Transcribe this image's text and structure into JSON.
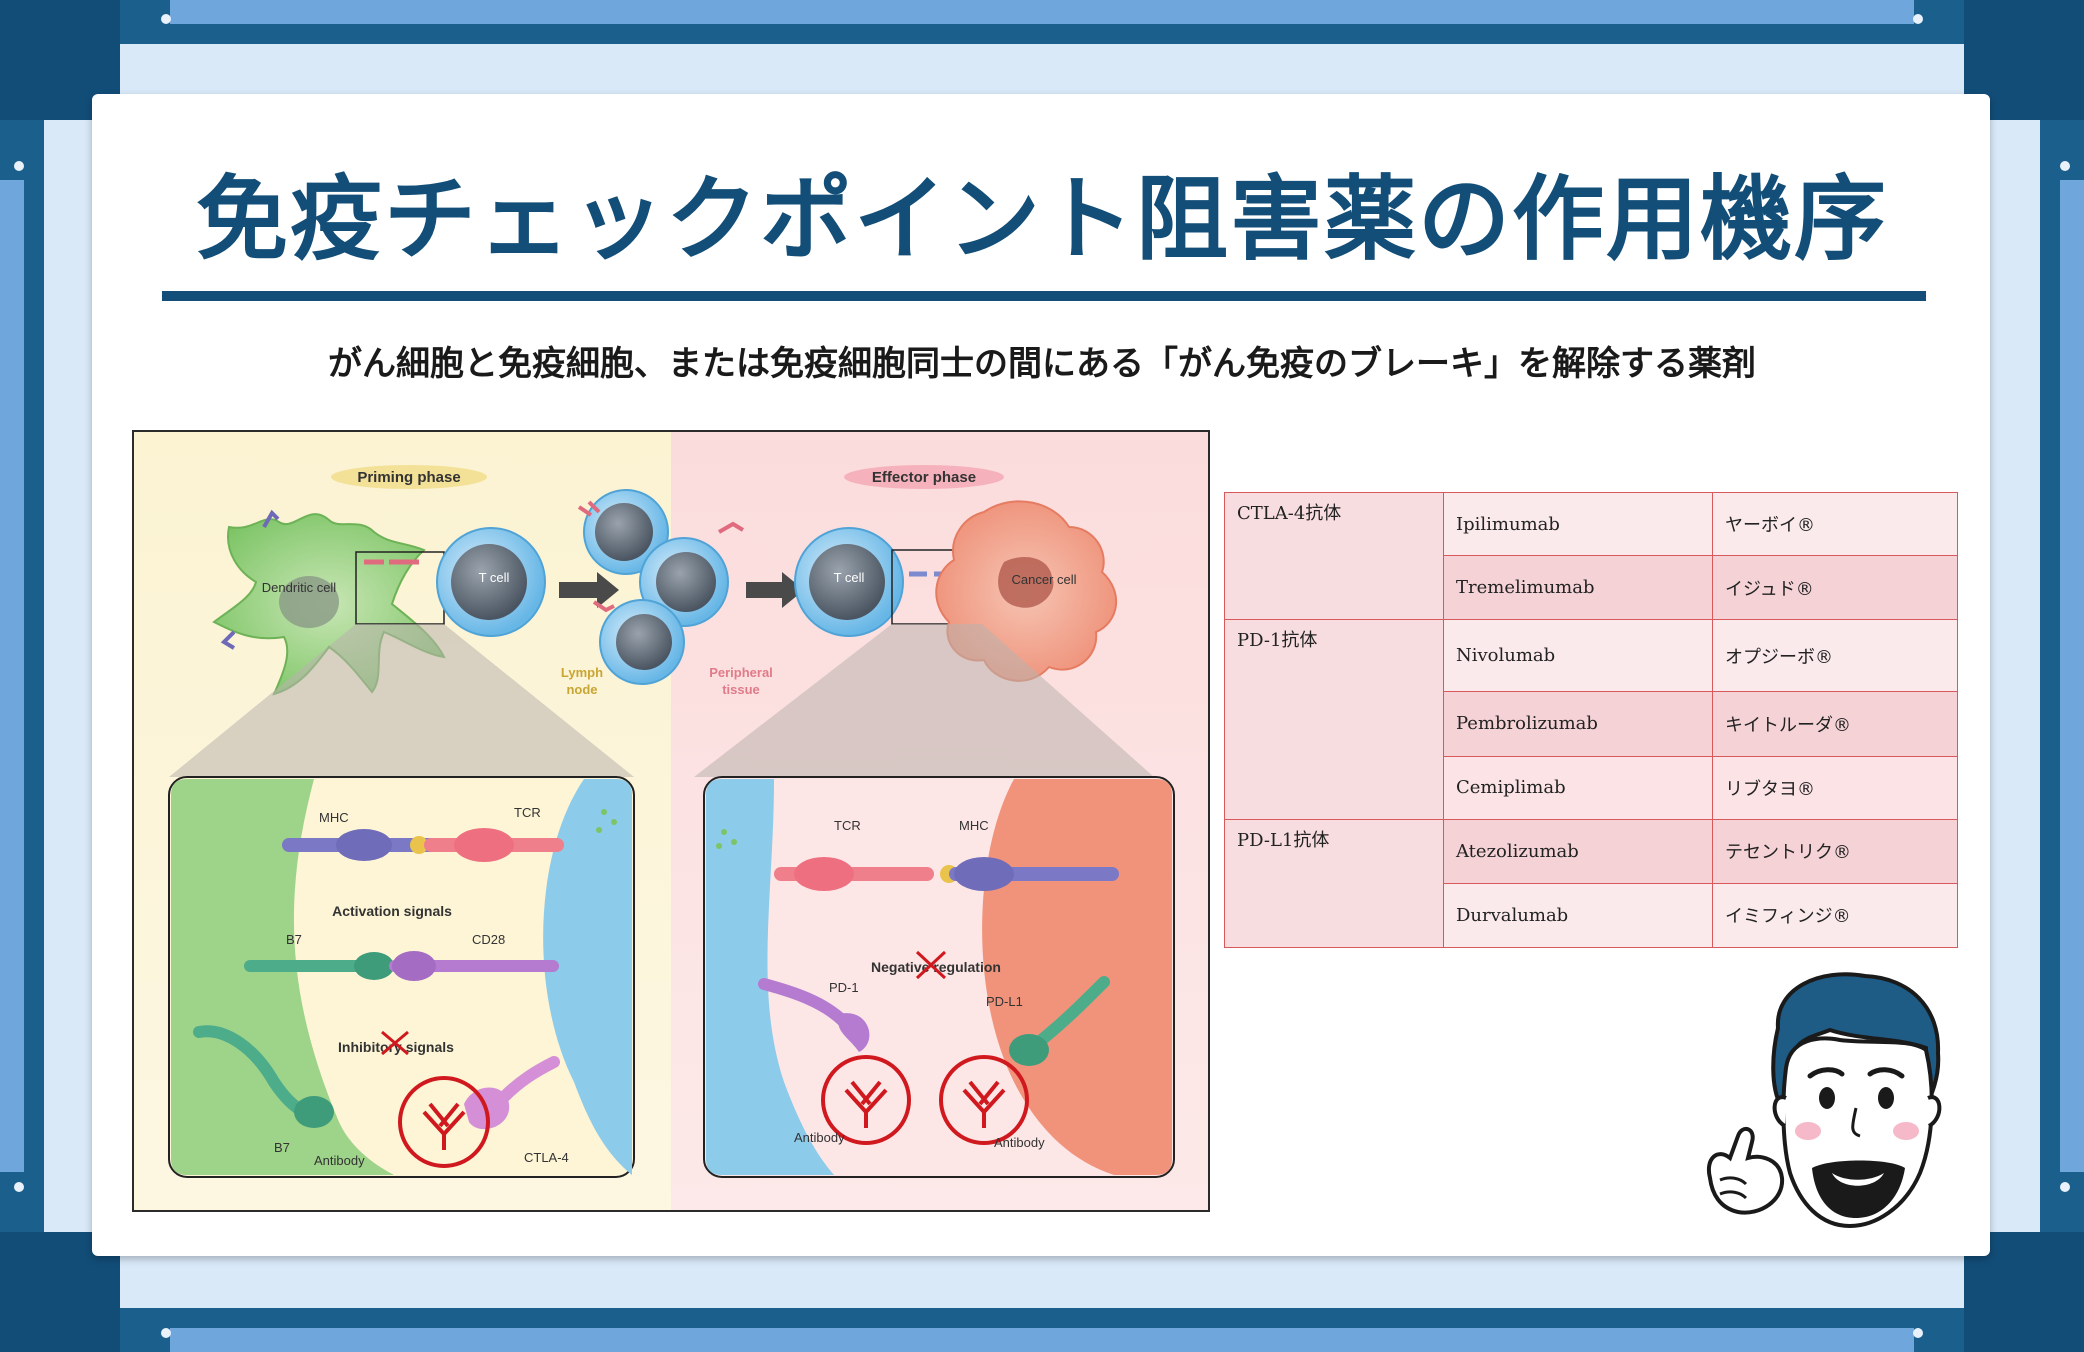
{
  "title": "免疫チェックポイント阻害薬の作用機序",
  "subtitle": "がん細胞と免疫細胞、または免疫細胞同士の間にある「がん免疫のブレーキ」を解除する薬剤",
  "figure": {
    "priming_phase": "Priming phase",
    "effector_phase": "Effector phase",
    "dendritic_cell": "Dendritic cell",
    "t_cell_left": "T cell",
    "t_cell_right": "T cell",
    "cancer_cell": "Cancer cell",
    "lymph": "Lymph",
    "node": "node",
    "peripheral": "Peripheral",
    "tissue": "tissue",
    "left_panel": {
      "mhc": "MHC",
      "tcr": "TCR",
      "activation_signals": "Activation signals",
      "b7_top": "B7",
      "cd28": "CD28",
      "inhibitory_signals": "Inhibitory signals",
      "b7_bottom": "B7",
      "antibody": "Antibody",
      "ctla4": "CTLA-4"
    },
    "right_panel": {
      "tcr": "TCR",
      "mhc": "MHC",
      "negative_regulation": "Negative regulation",
      "pd1": "PD-1",
      "pdl1": "PD-L1",
      "antibody_left": "Antibody",
      "antibody_right": "Antibody"
    }
  },
  "drug_table": {
    "groups": [
      {
        "category": "CTLA-4抗体",
        "drugs": [
          {
            "generic": "Ipilimumab",
            "brand": "ヤーボイ®"
          },
          {
            "generic": "Tremelimumab",
            "brand": "イジュド®"
          }
        ]
      },
      {
        "category": "PD-1抗体",
        "drugs": [
          {
            "generic": "Nivolumab",
            "brand": "オプジーボ®"
          },
          {
            "generic": "Pembrolizumab",
            "brand": "キイトルーダ®"
          },
          {
            "generic": "Cemiplimab",
            "brand": "リブタヨ®"
          }
        ]
      },
      {
        "category": "PD-L1抗体",
        "drugs": [
          {
            "generic": "Atezolizumab",
            "brand": "テセントリク®"
          },
          {
            "generic": "Durvalumab",
            "brand": "イミフィンジ®"
          }
        ]
      }
    ]
  },
  "colors": {
    "navy": "#124e78",
    "accent_red": "#d0191f",
    "table_border": "#d8595c"
  }
}
